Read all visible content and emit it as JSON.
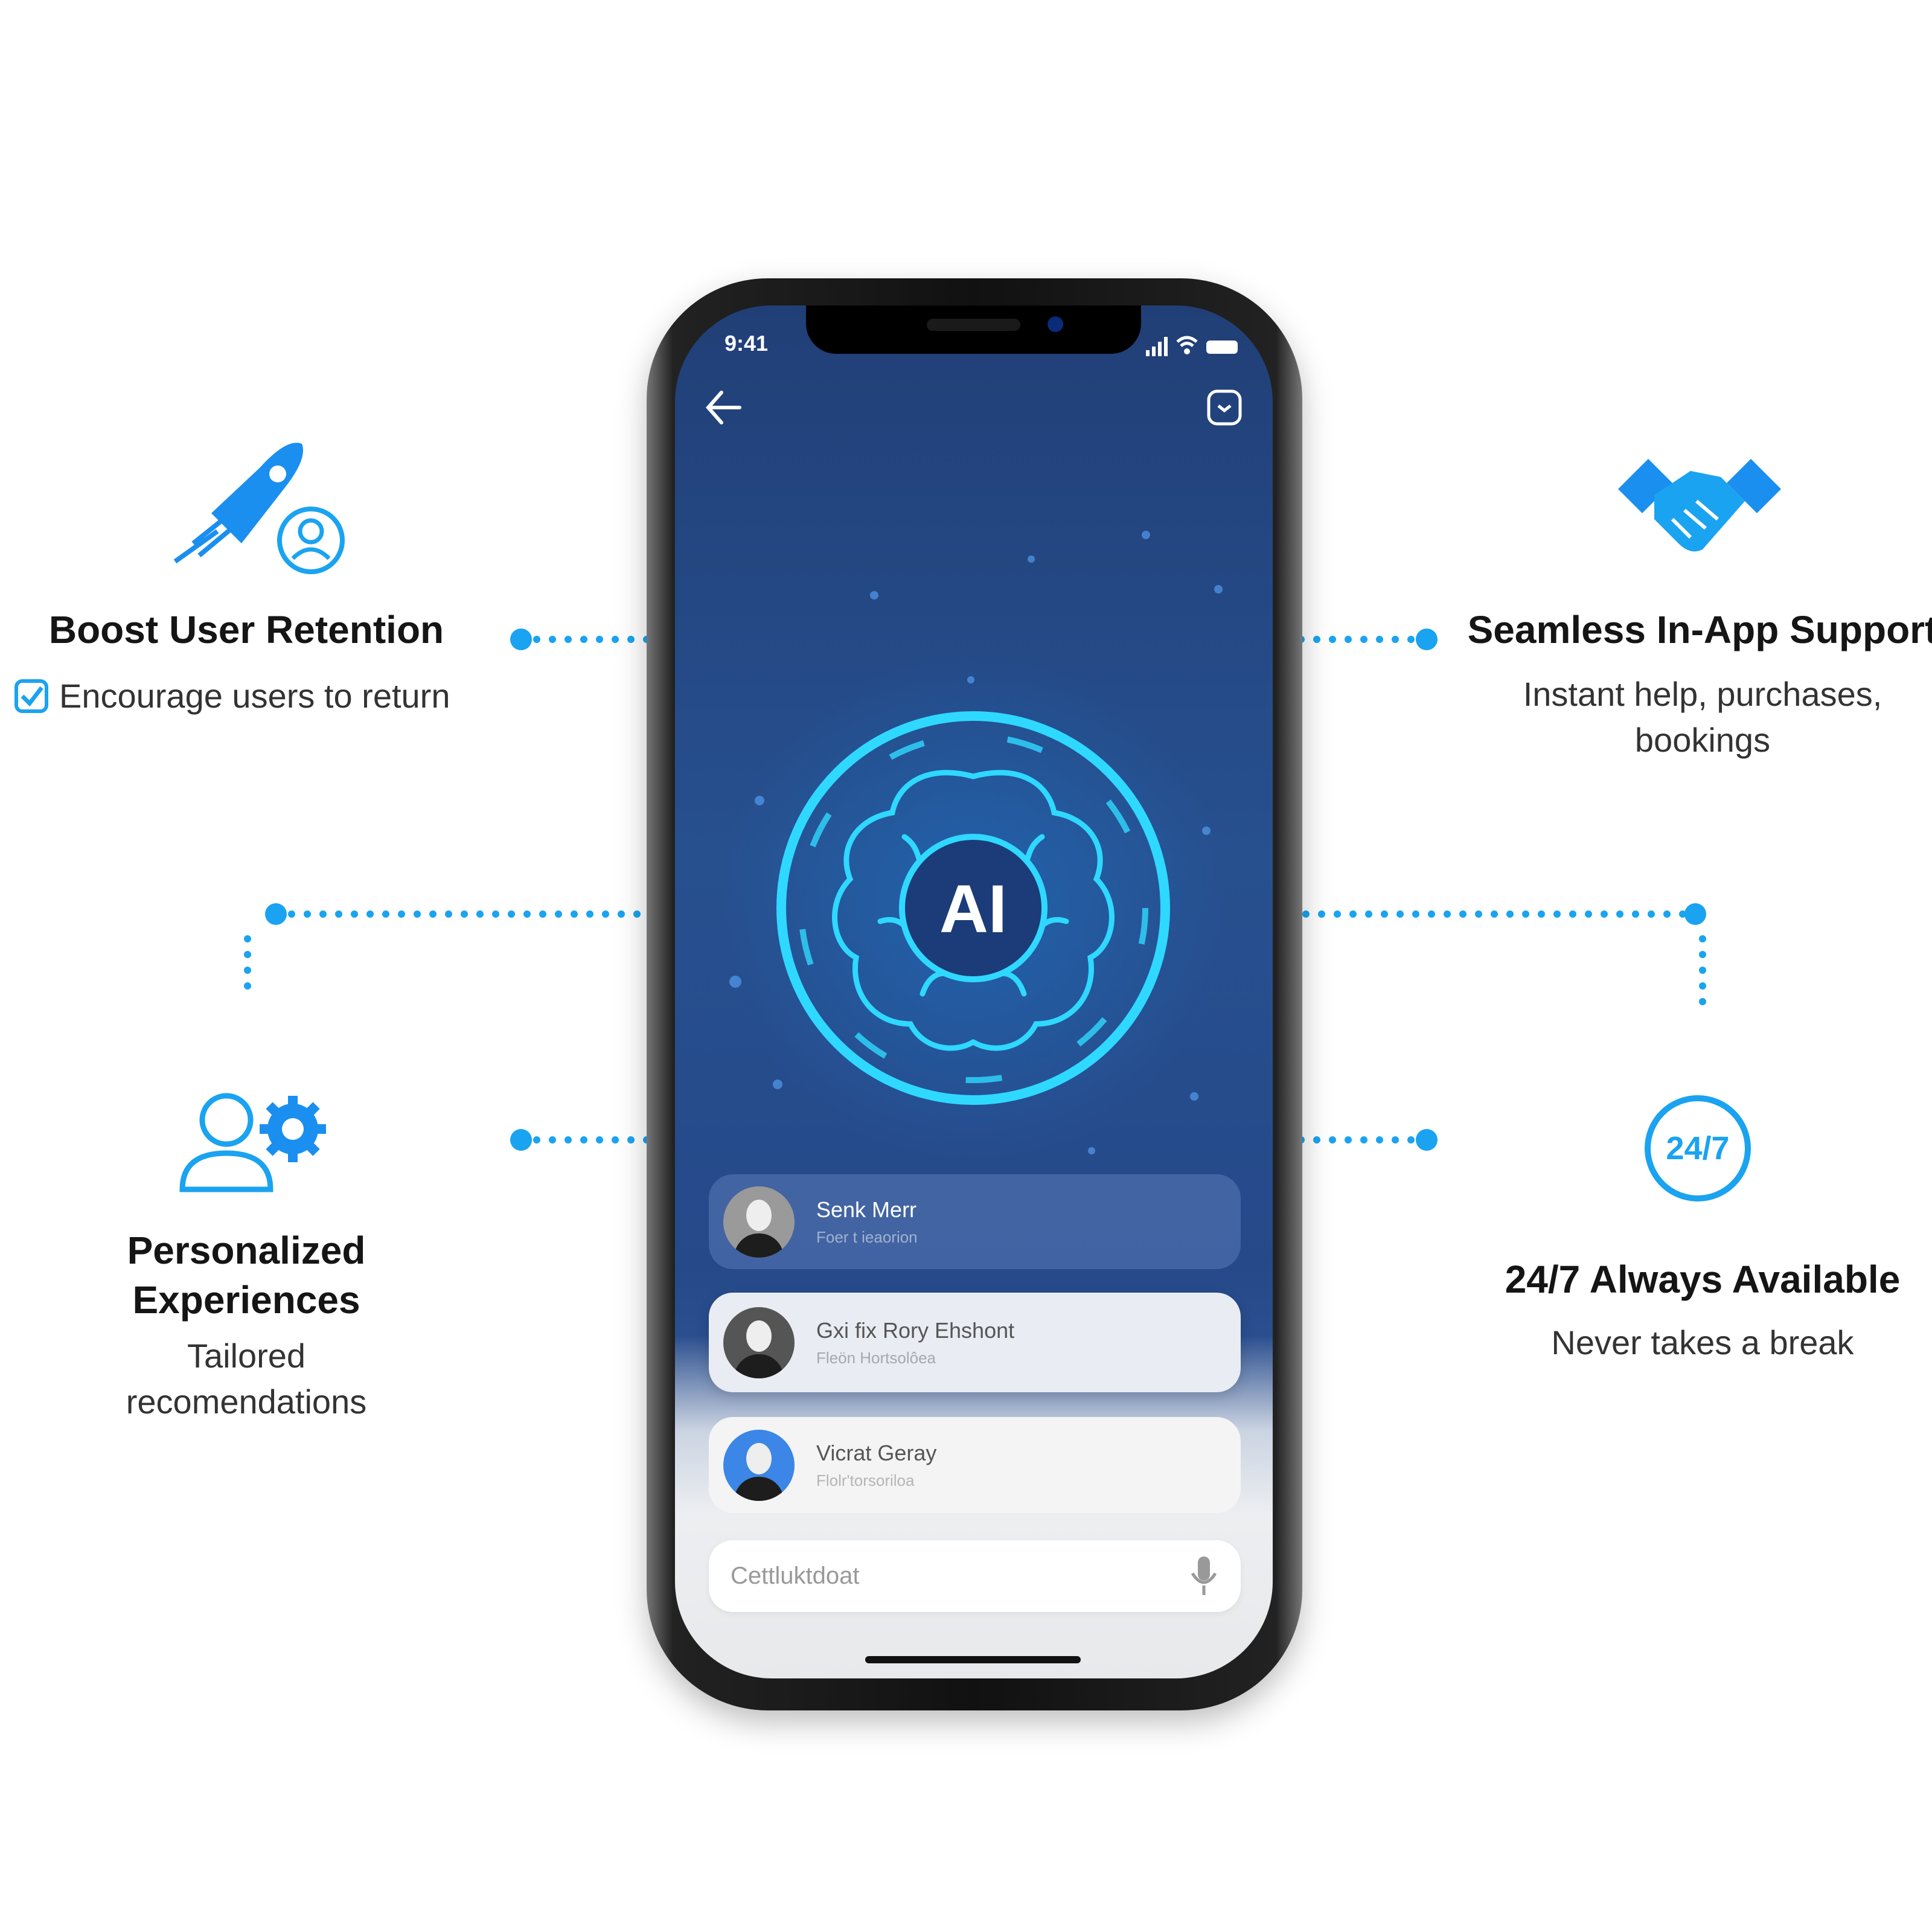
{
  "features": {
    "retention": {
      "title": "Boost User Retention",
      "subtitle": "Encourage users to return",
      "icon": "rocket-icon"
    },
    "support": {
      "title": "Seamless In-App Support",
      "subtitle_lines": [
        "Instant help, purchases,",
        "bookings"
      ],
      "icon": "handshake-icon"
    },
    "personalized": {
      "title_lines": [
        "Personalized",
        "Experiences"
      ],
      "subtitle_lines": [
        "Tailored",
        "recomendations"
      ],
      "icon": "user-gear-icon"
    },
    "availability": {
      "title": "24/7 Always Available",
      "subtitle": "Never takes a break",
      "badge": "24/7"
    }
  },
  "phone": {
    "status_time": "9:41",
    "center_label": "AI",
    "chats": [
      {
        "name": "Senk Merr",
        "preview": "Foer t ieaorion"
      },
      {
        "name": "Gxi fix Rory Ehshont",
        "preview": "Fleön Hortsolôea"
      },
      {
        "name": "Vicrat Geray",
        "preview": "Flolr'torsoriloa"
      }
    ],
    "input_placeholder": "Cettluktdoat"
  },
  "colors": {
    "accent": "#1aa3f0",
    "screen_blue": "#24478a",
    "glow": "#2fd8ff"
  }
}
